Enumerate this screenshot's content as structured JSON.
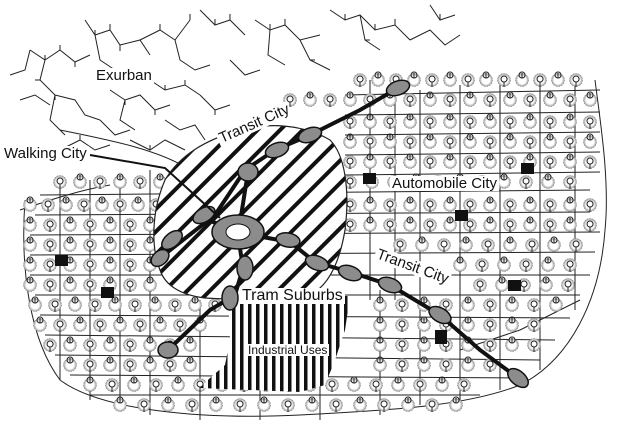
{
  "labels": {
    "exurban": "Exurban",
    "walking_city": "Walking City",
    "transit_city_north": "Transit City",
    "automobile_city": "Automobile City",
    "transit_city_east": "Transit City",
    "tram_suburbs": "Tram Suburbs",
    "industrial_uses": "Industrial Uses"
  },
  "colors": {
    "line": "#222222",
    "transit_node_fill": "#8c8c8c",
    "hatch": "#111111",
    "background": "#ffffff",
    "building": "#111111"
  },
  "icons": {
    "cul_de_sac": "cul-de-sac-loop",
    "building": "black-square"
  }
}
